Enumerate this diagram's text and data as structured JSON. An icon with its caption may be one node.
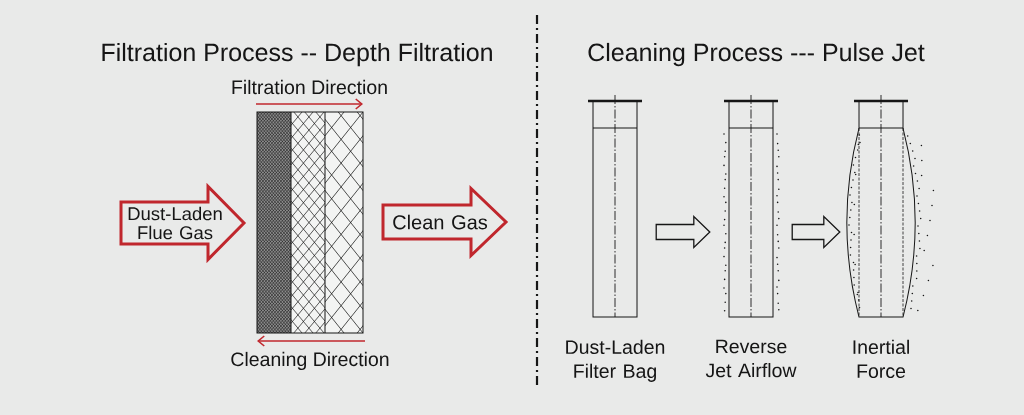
{
  "diagram": {
    "nodes": [
      {
        "text": [
          "Dust-Laden Flue Gas"
        ]
      },
      {
        "text": [
          "Clean Gas"
        ]
      },
      {
        "text": [],
        "shape": "picture",
        "beside": [
          "Dust-Laden Filter Bag"
        ]
      },
      {
        "text": [],
        "shape": "picture",
        "beside": [
          "Reverse Jet Airflow"
        ]
      },
      {
        "text": [],
        "shape": "picture",
        "beside": [
          "Inertial Force"
        ]
      }
    ],
    "edges": [
      {
        "from": 2,
        "to": 3,
        "arrow": "to"
      },
      {
        "from": 3,
        "to": 4,
        "arrow": "to"
      }
    ],
    "labels": [
      "Filtration Process -- Depth Filtration",
      "Cleaning Process --- Pulse Jet",
      "Filtration Direction",
      "Cleaning Direction"
    ]
  }
}
